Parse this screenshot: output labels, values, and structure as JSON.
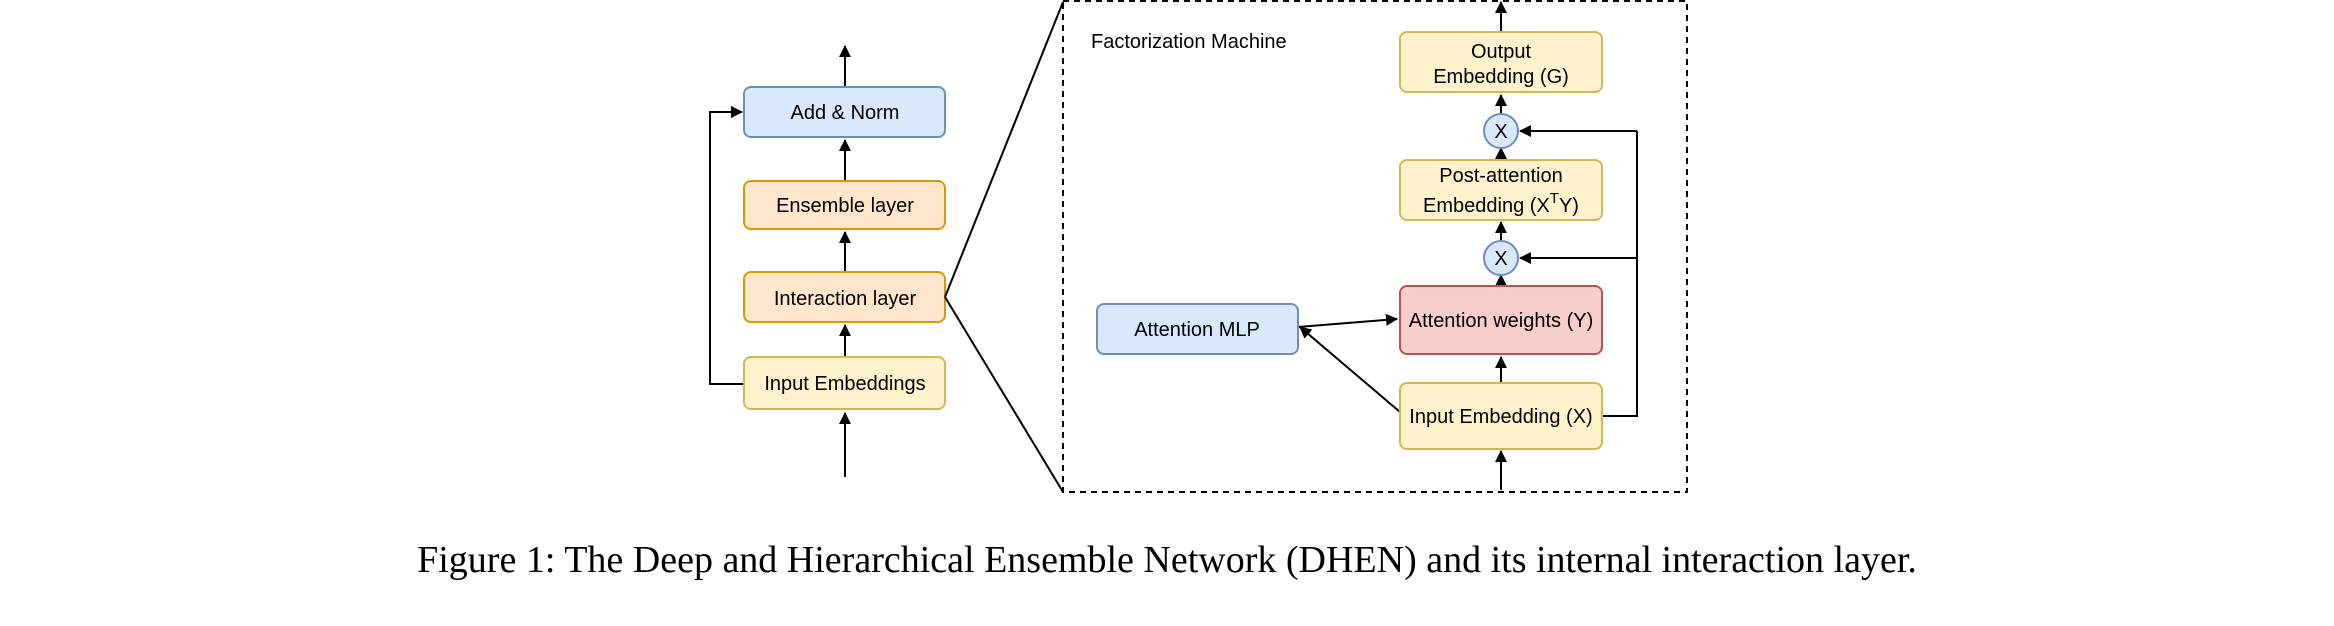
{
  "diagram": {
    "left_stack": {
      "add_norm": "Add & Norm",
      "ensemble": "Ensemble layer",
      "interaction": "Interaction layer",
      "input": "Input Embeddings"
    },
    "detail": {
      "title": "Factorization Machine",
      "output_line1": "Output",
      "output_line2": "Embedding (G)",
      "post_line1": "Post-attention",
      "post_line2_prefix": "Embedding (X",
      "post_line2_sup": "T",
      "post_line2_suffix": "Y)",
      "mult_top": "X",
      "mult_bottom": "X",
      "attention_mlp": "Attention MLP",
      "attention_weights": "Attention weights (Y)",
      "input_embedding": "Input Embedding (X)"
    }
  },
  "colors": {
    "blue_fill": "#dae8fc",
    "blue_stroke": "#6c8ebf",
    "orange_fill": "#ffe6cc",
    "orange_stroke": "#d79b00",
    "yellow_fill": "#fff2cc",
    "yellow_stroke": "#d6b656",
    "red_fill": "#f8cecc",
    "red_stroke": "#b85450"
  },
  "caption": "Figure 1: The Deep and Hierarchical Ensemble Network (DHEN) and its internal interaction layer."
}
